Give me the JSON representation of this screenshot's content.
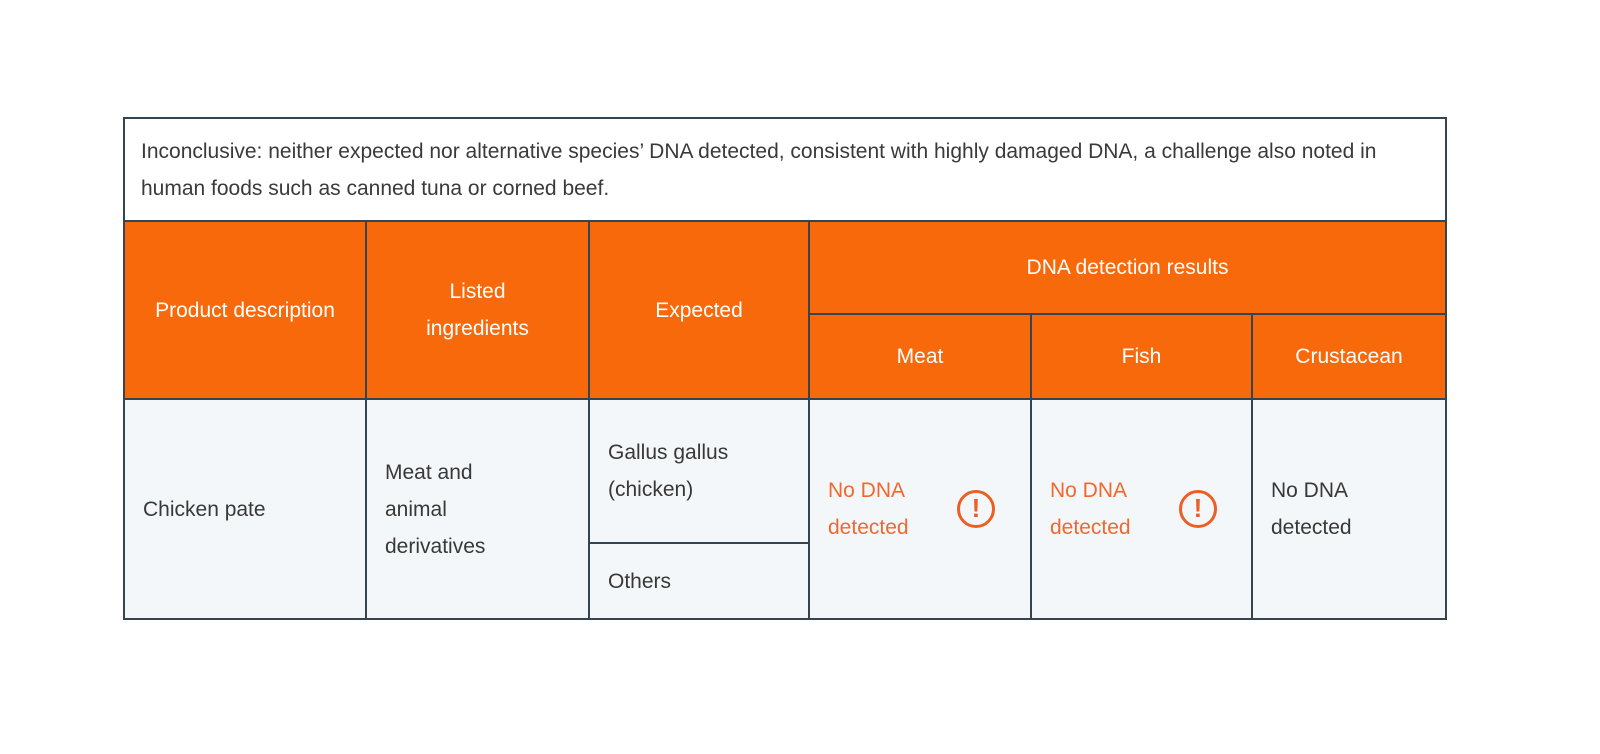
{
  "chart_data": {
    "type": "table",
    "note": "Inconclusive: neither expected nor alternative species’ DNA detected, consistent with highly damaged DNA, a challenge also noted in human foods such as canned tuna or corned beef.",
    "header": {
      "product_description": "Product description",
      "listed_ingredients": "Listed ingredients",
      "expected": "Expected",
      "dna_group": "DNA detection results",
      "meat": "Meat",
      "fish": "Fish",
      "crustacean": "Crustacean"
    },
    "rows": [
      {
        "product_description": "Chicken pate",
        "listed_ingredients": "Meat and animal derivatives",
        "expected_species": "Gallus gallus (chicken)",
        "expected_other": "Others",
        "meat_result": "No DNA detected",
        "meat_status": "warning",
        "fish_result": "No DNA detected",
        "fish_status": "warning",
        "crustacean_result": "No DNA detected",
        "crustacean_status": "normal"
      }
    ],
    "layout": {
      "header_group_spans": [
        "Meat",
        "Fish",
        "Crustacean"
      ],
      "expected_column_split": true
    }
  },
  "icons": {
    "warning_glyph": "!"
  },
  "colors": {
    "header_orange": "#F7690A",
    "warning_orange": "#F1682D",
    "warning_icon_orange": "#ED5E24",
    "border_slate": "#344450",
    "cell_background": "#F4F7FA",
    "note_background": "#FFFFFF",
    "header_text": "#FFFFFF",
    "body_text": "#383838"
  }
}
